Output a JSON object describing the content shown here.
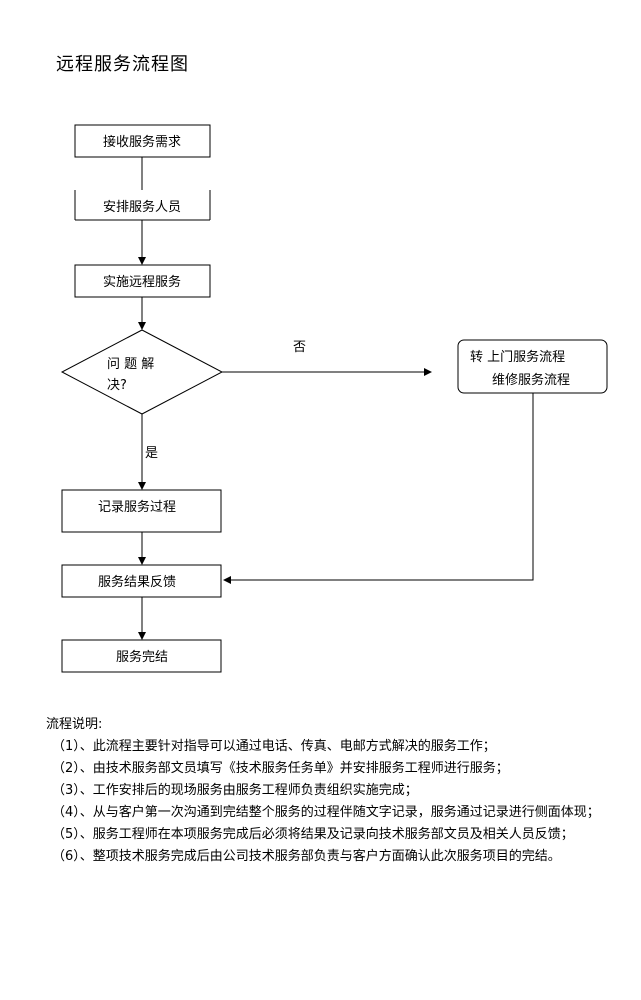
{
  "title": "远程服务流程图",
  "flow": {
    "receive": "接收服务需求",
    "arrange": "安排服务人员",
    "remote": "实施远程服务",
    "decision_line1": "问 题 解",
    "decision_line2": "决?",
    "no_label": "否",
    "yes_label": "是",
    "onsite_line1": "转 上门服务流程",
    "onsite_line2": "维修服务流程",
    "record": "记录服务过程",
    "feedback": "服务结果反馈",
    "done": "服务完结"
  },
  "notes": {
    "heading": "流程说明:",
    "items": [
      "（1）、此流程主要针对指导可以通过电话、传真、电邮方式解决的服务工作；",
      "（2）、由技术服务部文员填写《技术服务任务单》并安排服务工程师进行服务；",
      "（3）、工作安排后的现场服务由服务工程师负责组织实施完成；",
      "（4）、从与客户第一次沟通到完结整个服务的过程伴随文字记录，服务通过记录进行侧面体现；",
      "（5）、服务工程师在本项服务完成后必须将结果及记录向技术服务部文员及相关人员反馈；",
      "（6）、整项技术服务完成后由公司技术服务部负责与客户方面确认此次服务项目的完结。"
    ]
  }
}
